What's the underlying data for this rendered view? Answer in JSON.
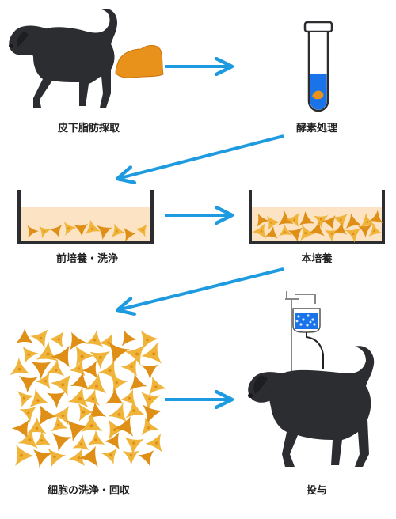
{
  "steps": {
    "fat_collection": "皮下脂肪採取",
    "enzyme_treatment": "酵素処理",
    "preculture_wash": "前培養・洗浄",
    "main_culture": "本培養",
    "cell_wash_collect": "細胞の洗浄・回収",
    "administration": "投与"
  },
  "colors": {
    "arrow": "#1e9be0",
    "dog": "#2c2d30",
    "fat": "#e8911b",
    "liquid": "#1a73e8",
    "culture_medium": "#fbe3c4",
    "cell": "#f0b43a",
    "cell_dark": "#e08f16"
  },
  "icons": {
    "dog": "dog-silhouette-icon",
    "fat": "fat-tissue-icon",
    "tube": "test-tube-icon",
    "dish": "culture-dish-icon",
    "cells": "stem-cell-icon",
    "iv_bag": "iv-drip-icon"
  }
}
